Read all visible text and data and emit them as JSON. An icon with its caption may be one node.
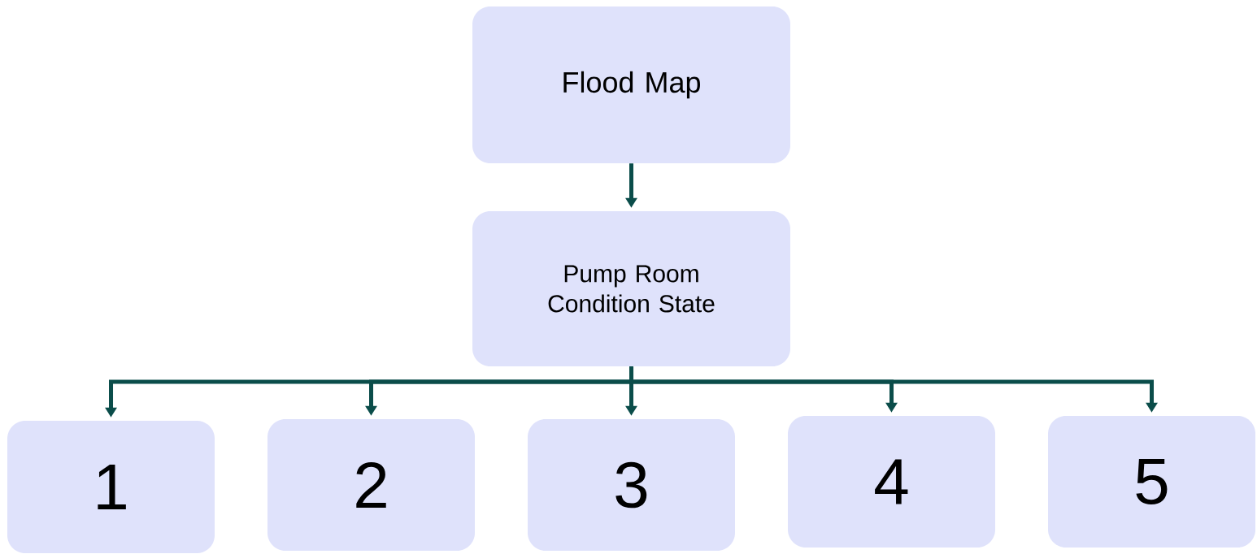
{
  "diagram": {
    "nodes": [
      {
        "text": [
          "Flood Map"
        ]
      },
      {
        "text": [
          "Pump Room Condition State"
        ]
      },
      {
        "text": [
          "1"
        ]
      },
      {
        "text": [
          "2"
        ]
      },
      {
        "text": [
          "3"
        ]
      },
      {
        "text": [
          "4"
        ]
      },
      {
        "text": [
          "5"
        ]
      }
    ],
    "edges": [
      {
        "from": 0,
        "to": 1,
        "arrow": "to"
      },
      {
        "from": 1,
        "to": 2,
        "arrow": "to"
      },
      {
        "from": 1,
        "to": 3,
        "arrow": "to"
      },
      {
        "from": 1,
        "to": 4,
        "arrow": "to"
      },
      {
        "from": 1,
        "to": 5,
        "arrow": "to"
      },
      {
        "from": 1,
        "to": 6,
        "arrow": "to"
      }
    ]
  }
}
